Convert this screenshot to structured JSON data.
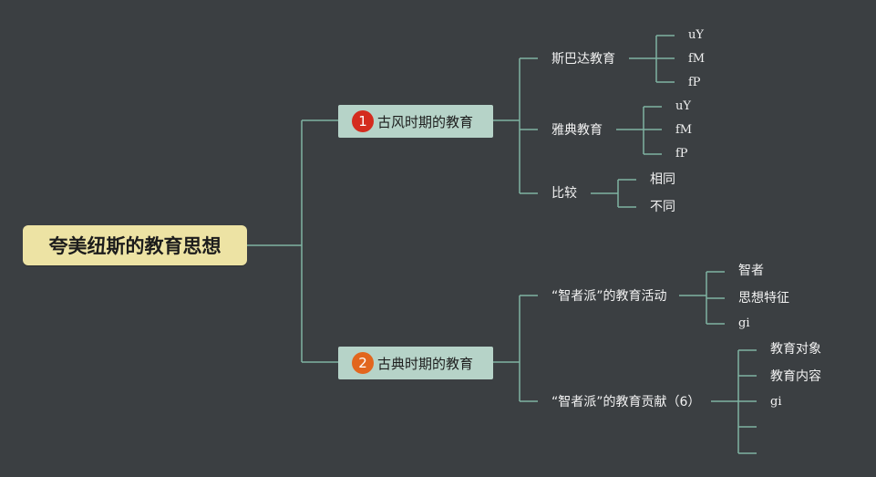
{
  "root": {
    "title": "夸美纽斯的教育思想"
  },
  "branches": [
    {
      "badge": "1",
      "badge_color": "#d42b1e",
      "title": "古风时期的教育",
      "children": [
        {
          "label": "斯巴达教育",
          "leaves": [
            "uY",
            "fM",
            "fP"
          ]
        },
        {
          "label": "雅典教育",
          "leaves": [
            "uY",
            "fM",
            "fP"
          ]
        },
        {
          "label": "比较",
          "leaves": [
            "相同",
            "不同"
          ]
        }
      ]
    },
    {
      "badge": "2",
      "badge_color": "#e2661e",
      "title": "古典时期的教育",
      "children": [
        {
          "label": "“智者派”的教育活动",
          "leaves": [
            "智者",
            "思想特征",
            "gi"
          ]
        },
        {
          "label": "“智者派”的教育贡献（6）",
          "leaves": [
            "教育对象",
            "教育内容",
            "gi",
            "",
            ""
          ]
        }
      ]
    }
  ],
  "colors": {
    "background": "#3b3f42",
    "connector": "#7fb3a2",
    "root_fill": "#ede3a4",
    "branch_fill": "#b6d3c8",
    "text": "#f2f2f2"
  }
}
